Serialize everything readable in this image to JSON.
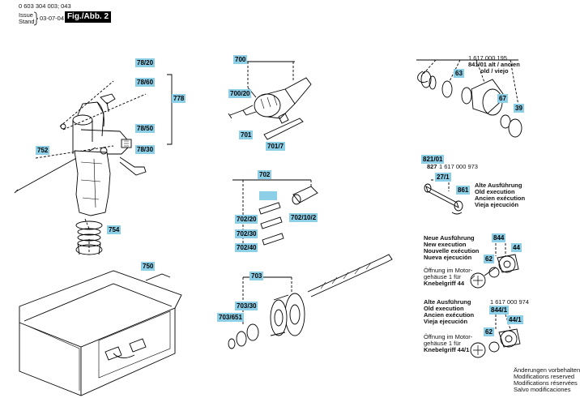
{
  "header": {
    "doc_number": "0 603 304 003; 043",
    "issue_label": "Issue",
    "stand_label": "Stand",
    "date": "03-07-04",
    "figure": "Fig./Abb. 2"
  },
  "part_labels": {
    "p78_20": "78/20",
    "p78_60": "78/60",
    "p778": "778",
    "p78_50": "78/50",
    "p78_30": "78/30",
    "p752": "752",
    "p754": "754",
    "p750": "750",
    "p700": "700",
    "p700_20": "700/20",
    "p701": "701",
    "p701_7": "701/7",
    "p702": "702",
    "p702_20": "702/20",
    "p702_30": "702/30",
    "p702_40": "702/40",
    "p702_10_2": "702/10/2",
    "p703": "703",
    "p703_30": "703/30",
    "p703_651": "703/651",
    "p63": "63",
    "p67": "67",
    "p39": "39",
    "p821_01": "821/01",
    "p27_1": "27/1",
    "p861": "861",
    "p844": "844",
    "p44": "44",
    "p62": "62",
    "p844_1": "844/1",
    "p44_1": "44/1",
    "p62b": "62"
  },
  "notes": {
    "chuck_number": "1 617 000 195",
    "chuck_alt": "841/01 alt / ancien",
    "chuck_old": "old / viejo",
    "p827_text": "827",
    "p827_number": "1 617 000 973",
    "old_exec_1": [
      "Alte Ausführung",
      "Old execution",
      "Ancien exécution",
      "Vieja ejecución"
    ],
    "new_exec": [
      "Neue Ausführung",
      "New execution",
      "Nouvelle exécution",
      "Nueva ejecución"
    ],
    "opening_1": [
      "Öffnung im Motor-",
      "gehäuse 1 für",
      "Knebelgriff 44"
    ],
    "old_exec_2": [
      "Alte Ausführung",
      "Old execution",
      "Ancien exécution",
      "Vieja ejecución"
    ],
    "old_exec_2_number": "1 617 000 974",
    "opening_2": [
      "Öffnung im Motor-",
      "gehäuse 1 für",
      "Knebelgriff 44/1"
    ],
    "footer": [
      "Änderungen vorbehalten",
      "Modifications reserved",
      "Modifications réservées",
      "Salvo modificaciones"
    ]
  }
}
